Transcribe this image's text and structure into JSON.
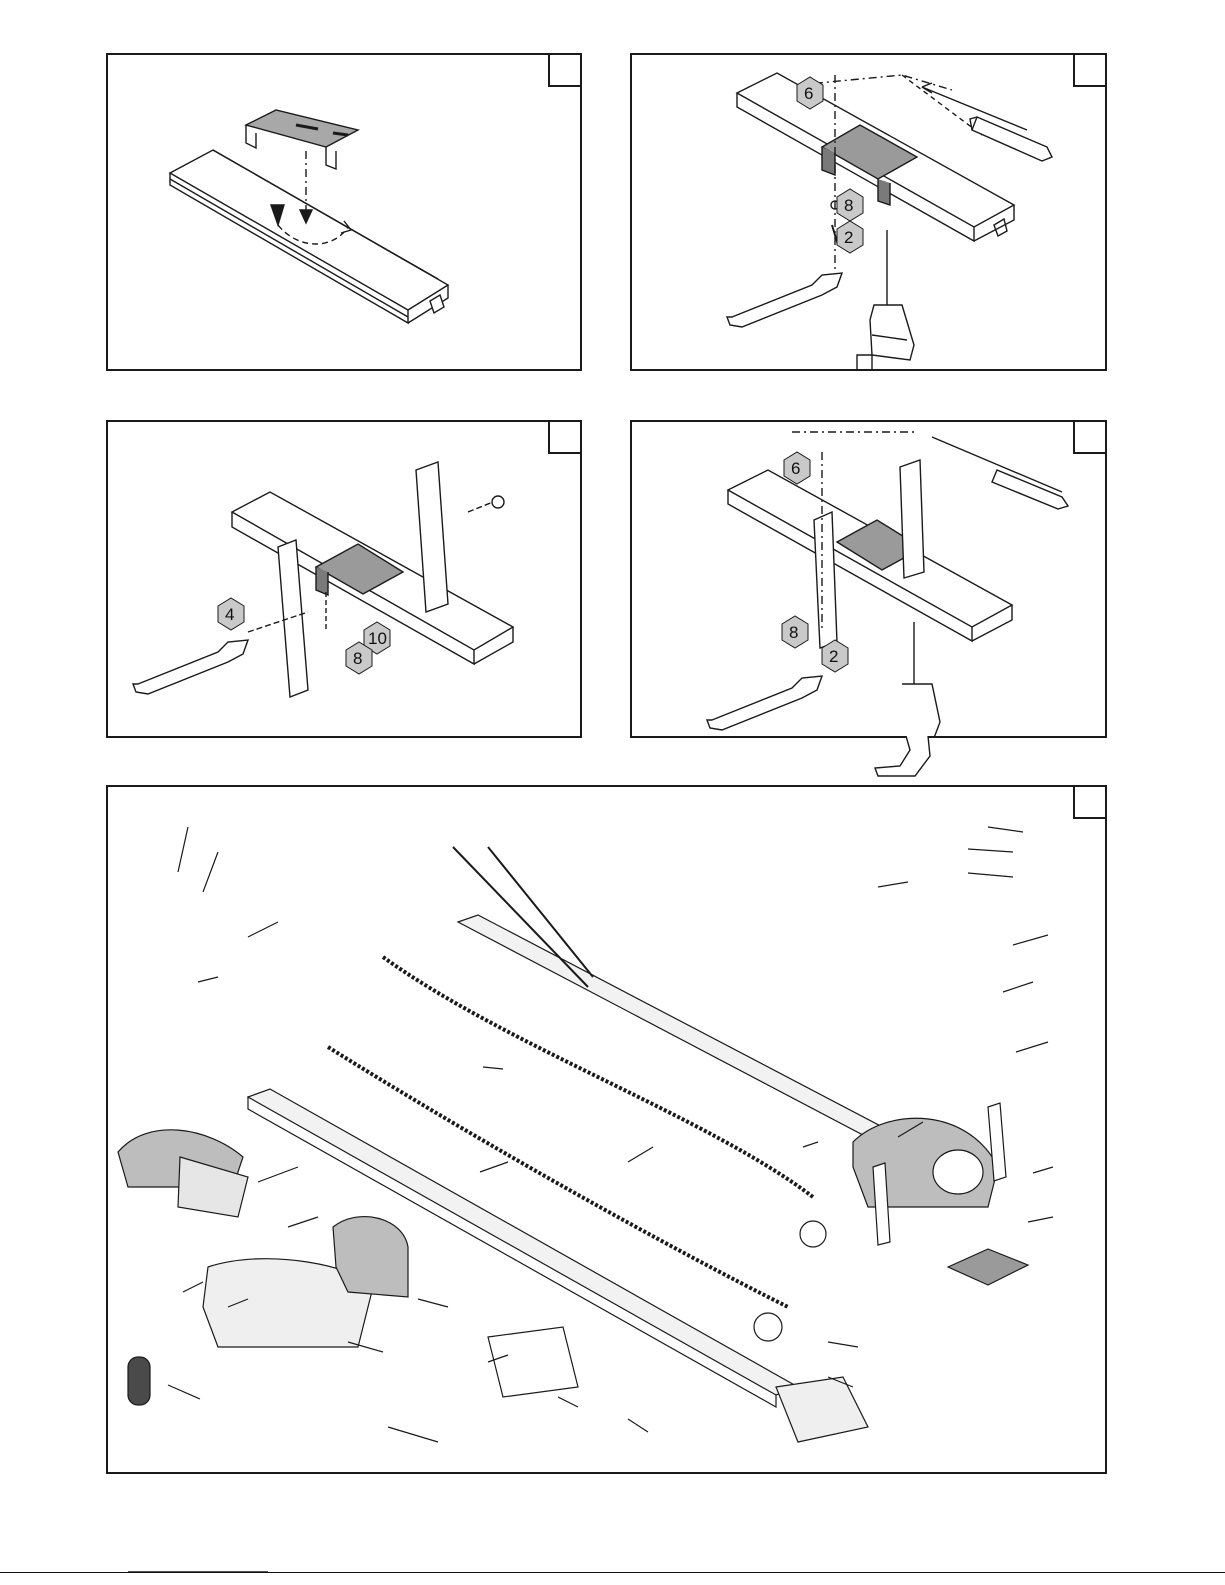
{
  "panels": [
    {
      "id": "p1",
      "labels": []
    },
    {
      "id": "p2",
      "labels": [
        "6",
        "8",
        "2"
      ]
    },
    {
      "id": "p3",
      "labels": [
        "4",
        "10",
        "8"
      ]
    },
    {
      "id": "p4",
      "labels": [
        "6",
        "8",
        "2"
      ]
    },
    {
      "id": "p5",
      "labels": []
    }
  ],
  "colors": {
    "line": "#1a1a1a",
    "fill_gray": "#9a9a9a",
    "hex_fill": "#c9c9c9",
    "link": "#2a4bd7"
  },
  "icons": [
    "wrench-icon",
    "drill-icon",
    "pencil-icon",
    "bracket-icon",
    "rail-icon",
    "chain-icon",
    "motor-housing-icon",
    "remote-icon"
  ]
}
